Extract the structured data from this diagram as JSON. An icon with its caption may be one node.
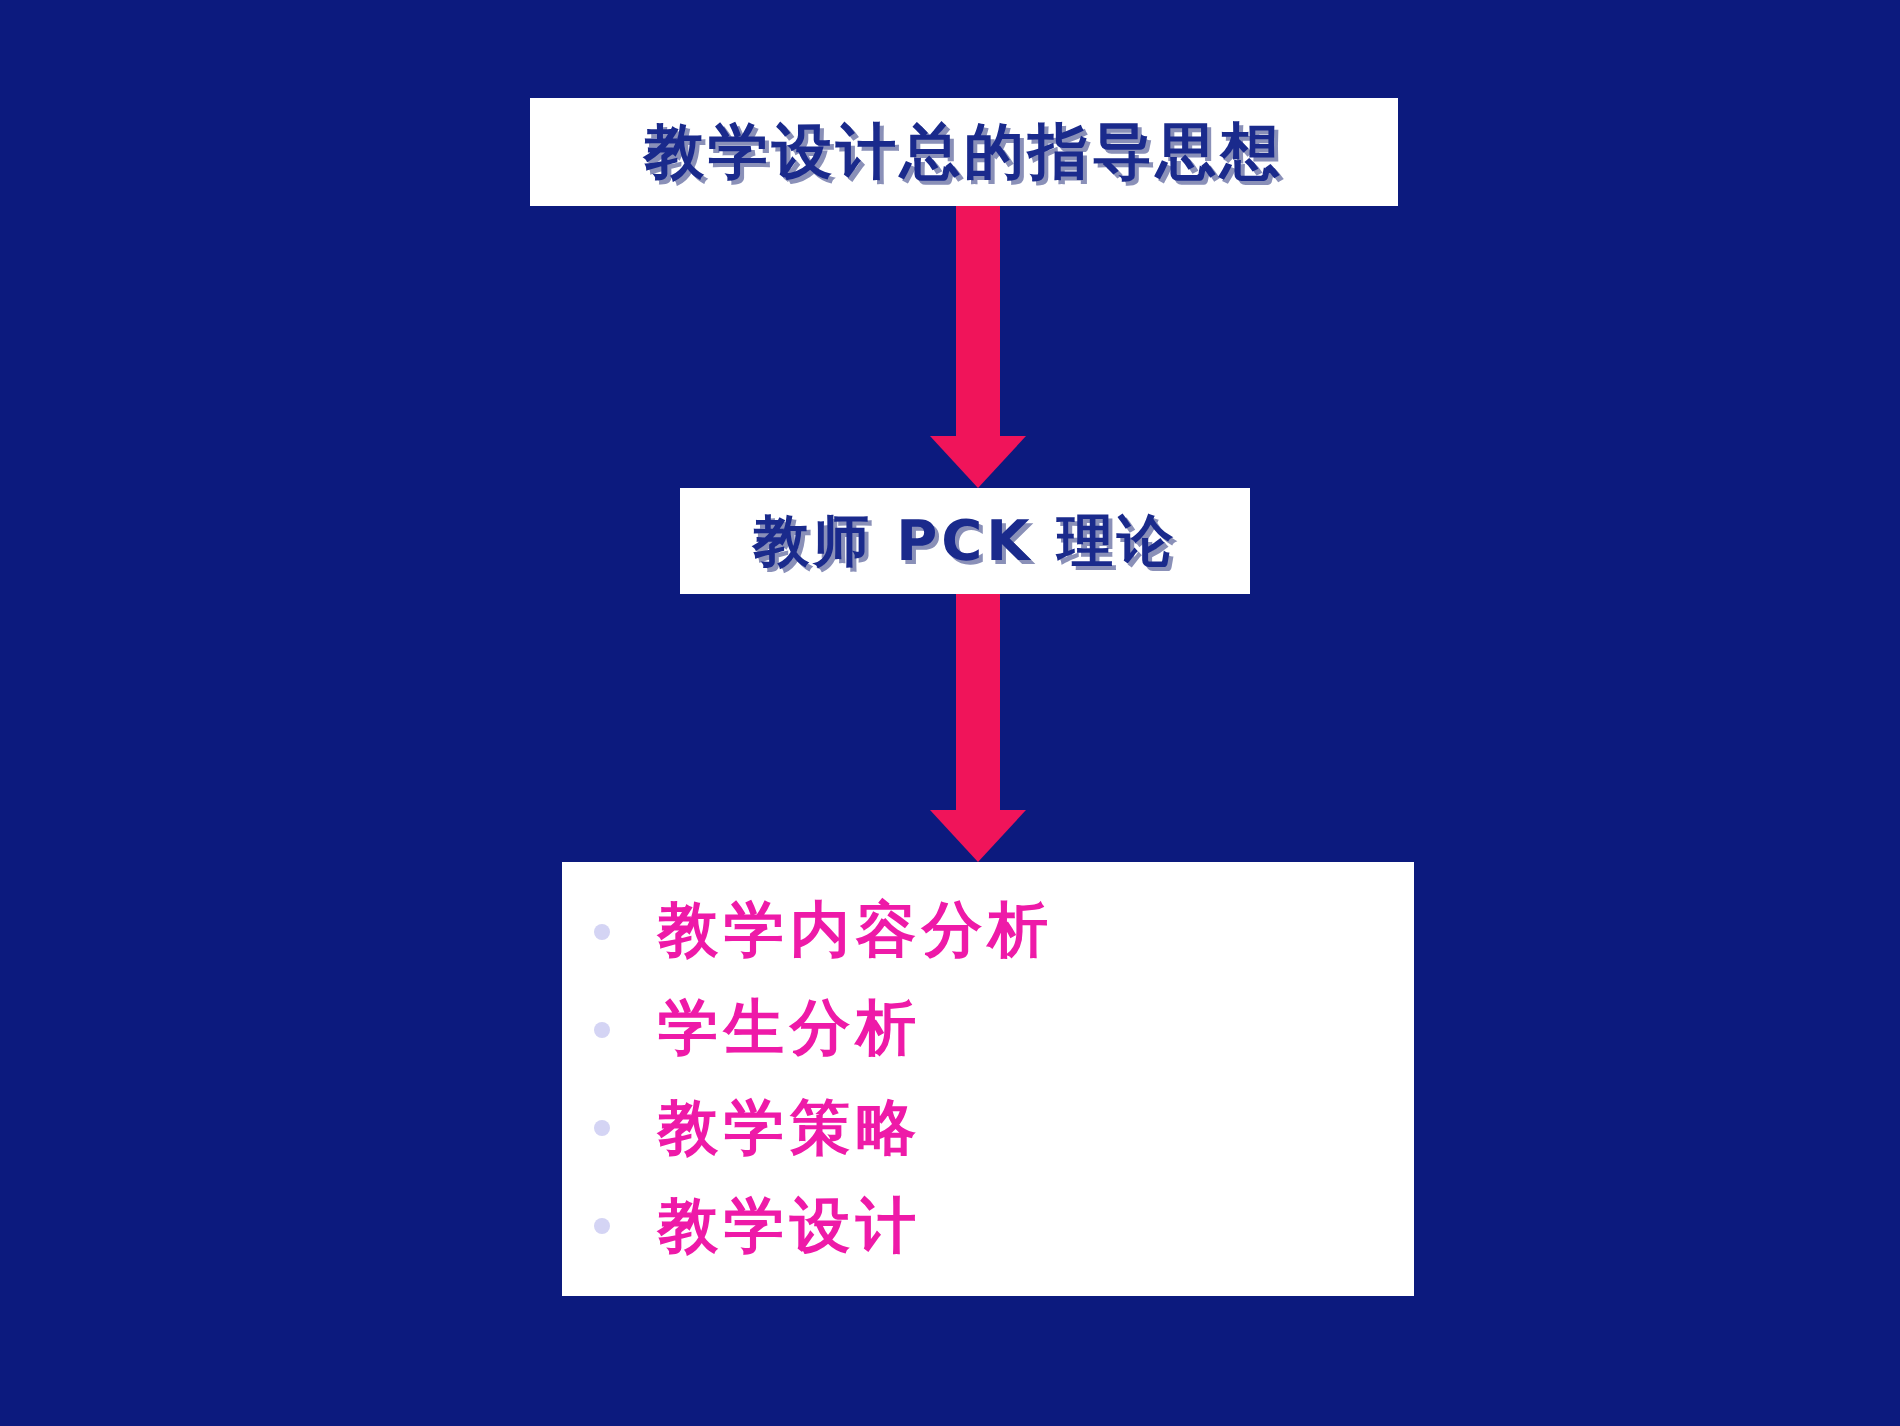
{
  "diagram": {
    "nodes": [
      {
        "text": [
          "教学设计总的指导思想"
        ]
      },
      {
        "text": [
          "教师 PCK 理论"
        ]
      },
      {
        "text": [
          "教学内容分析",
          "学生分析",
          "教学策略",
          "教学设计"
        ]
      }
    ],
    "edges": [
      {
        "from": 0,
        "to": 1,
        "arrow": "to"
      },
      {
        "from": 1,
        "to": 2,
        "arrow": "to"
      }
    ]
  }
}
